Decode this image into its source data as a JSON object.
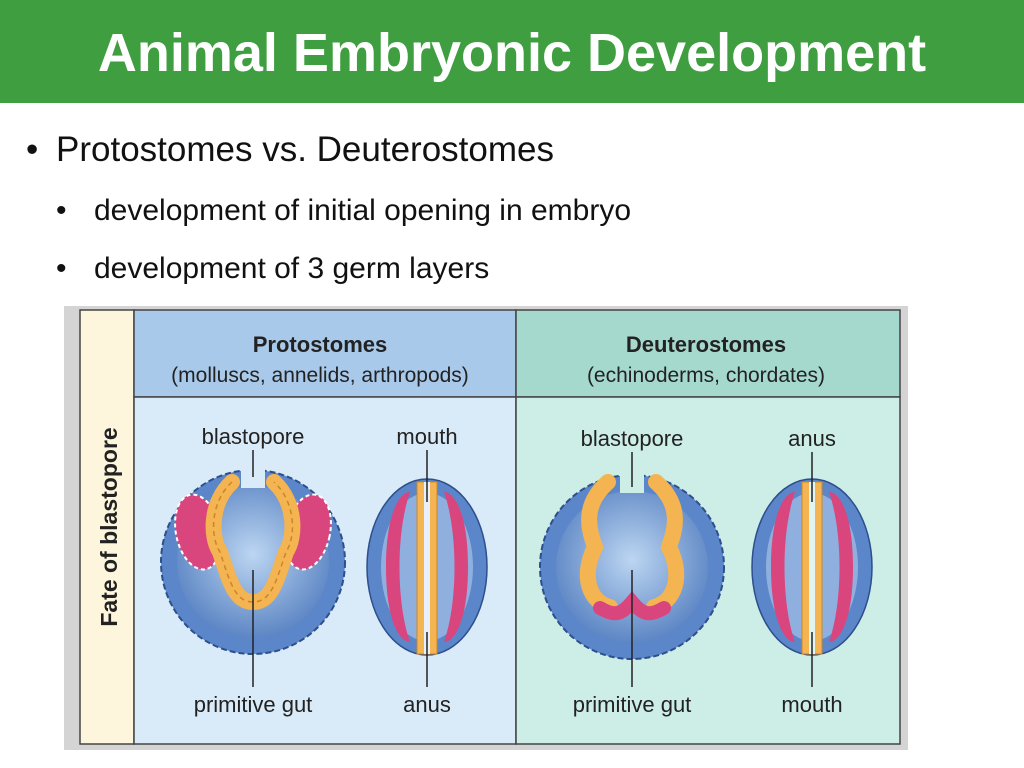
{
  "title": "Animal Embryonic Development",
  "bullets": [
    "Protostomes vs. Deuterostomes",
    "development of initial opening in embryo",
    "development of 3 germ layers"
  ],
  "figure": {
    "side_label": "Fate of blastopore",
    "protostomes": {
      "heading": "Protostomes",
      "subheading": "(molluscs, annelids, arthropods)",
      "label_top_left": "blastopore",
      "label_top_right": "mouth",
      "label_bottom_left": "primitive gut",
      "label_bottom_right": "anus"
    },
    "deuterostomes": {
      "heading": "Deuterostomes",
      "subheading": "(echinoderms, chordates)",
      "label_top_left": "blastopore",
      "label_top_right": "anus",
      "label_bottom_left": "primitive gut",
      "label_bottom_right": "mouth"
    },
    "colors": {
      "header_left": "#a9c9ea",
      "header_right": "#a6d9ce",
      "body_left": "#d9eaf8",
      "body_right": "#cdeee7",
      "side_panel": "#fdf6dc",
      "ectoderm": "#5b86c9",
      "endoderm": "#f3b451",
      "mesoderm": "#d9467e"
    }
  }
}
